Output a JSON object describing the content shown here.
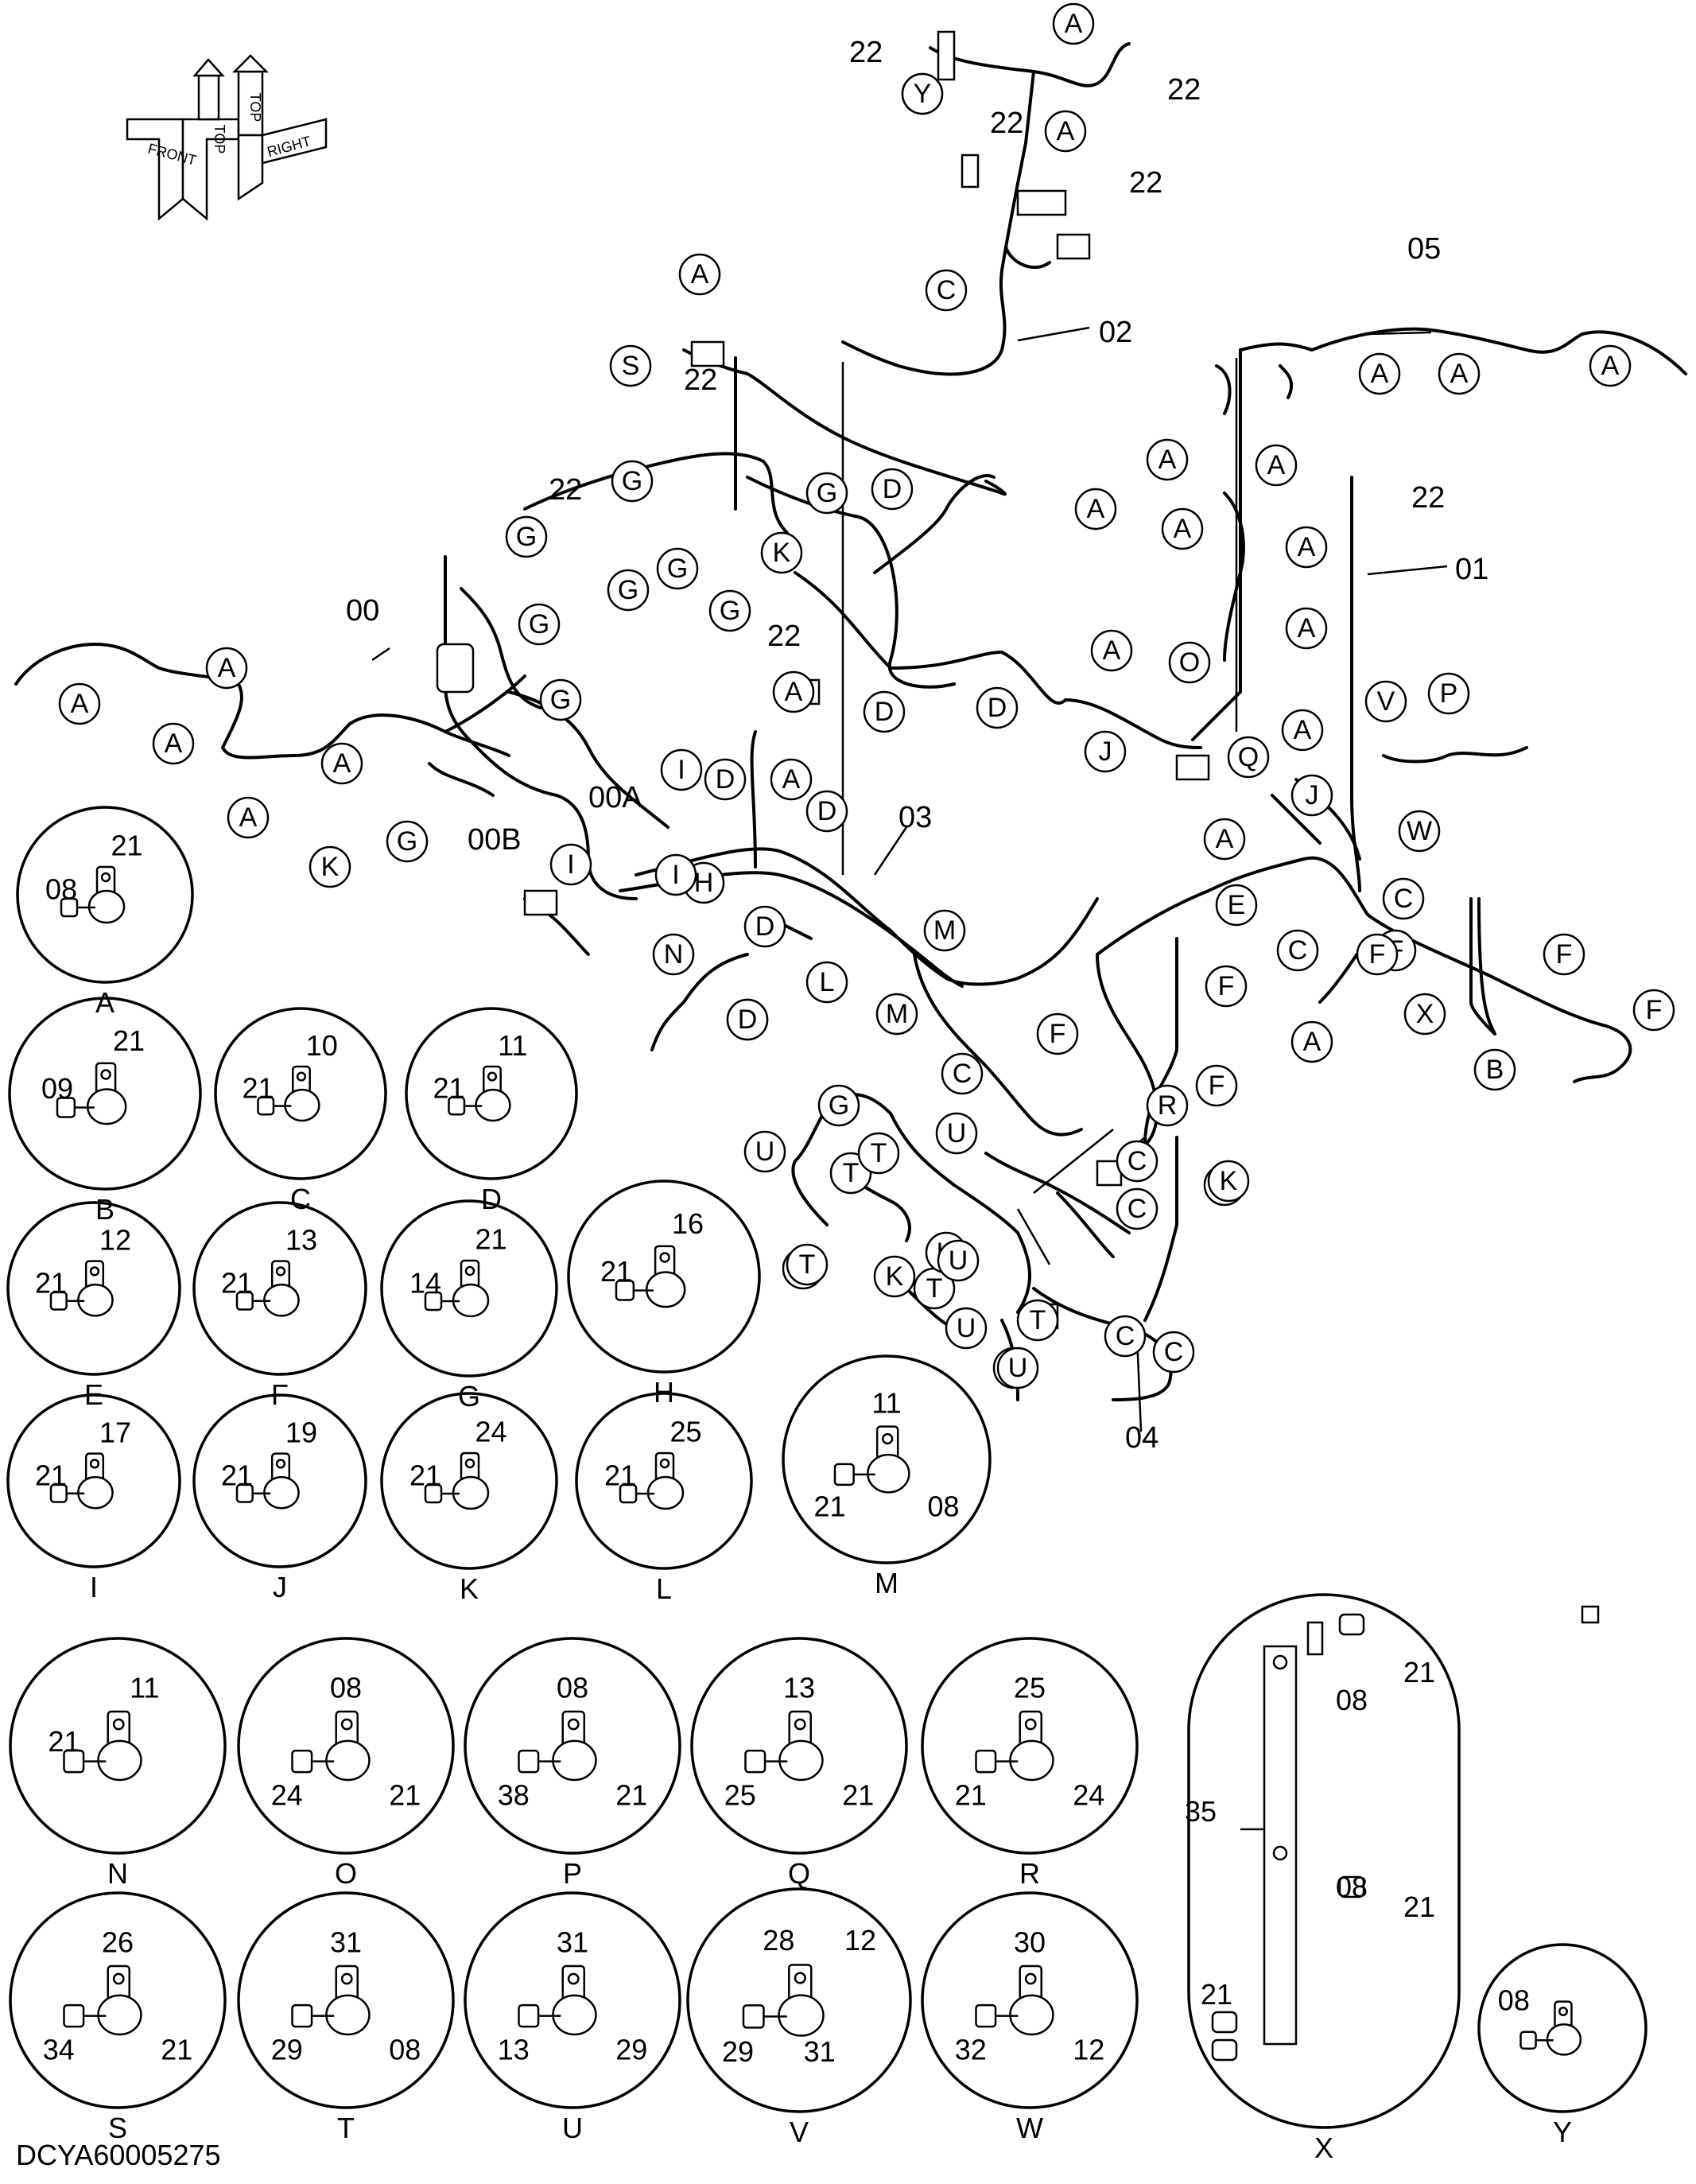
{
  "orientation": {
    "labels": [
      "FRONT",
      "TOP",
      "TOP",
      "RIGHT"
    ]
  },
  "harness_labels": [
    "00",
    "00A",
    "00B",
    "01",
    "02",
    "03",
    "04",
    "05",
    "22",
    "22",
    "22",
    "22",
    "22",
    "22",
    "22",
    "22"
  ],
  "clamp_callouts": [
    "A",
    "A",
    "A",
    "A",
    "A",
    "A",
    "A",
    "A",
    "A",
    "A",
    "A",
    "A",
    "A",
    "A",
    "A",
    "A",
    "A",
    "A",
    "A",
    "A",
    "A",
    "A",
    "A",
    "A",
    "A",
    "B",
    "C",
    "C",
    "C",
    "C",
    "C",
    "C",
    "C",
    "C",
    "C",
    "D",
    "D",
    "D",
    "D",
    "D",
    "D",
    "D",
    "E",
    "F",
    "F",
    "F",
    "F",
    "F",
    "F",
    "F",
    "G",
    "G",
    "G",
    "G",
    "G",
    "G",
    "G",
    "G",
    "G",
    "G",
    "H",
    "I",
    "I",
    "I",
    "J",
    "J",
    "K",
    "K",
    "K",
    "K",
    "L",
    "M",
    "M",
    "N",
    "N",
    "O",
    "P",
    "Q",
    "R",
    "S",
    "T",
    "T",
    "T",
    "T",
    "T",
    "T",
    "U",
    "U",
    "U",
    "U",
    "U",
    "U",
    "V",
    "W",
    "X",
    "Y"
  ],
  "details": [
    {
      "letter": "A",
      "parts": [
        "08",
        "21"
      ]
    },
    {
      "letter": "B",
      "parts": [
        "09",
        "21"
      ]
    },
    {
      "letter": "C",
      "parts": [
        "21",
        "10"
      ]
    },
    {
      "letter": "D",
      "parts": [
        "21",
        "11"
      ]
    },
    {
      "letter": "E",
      "parts": [
        "21",
        "12"
      ]
    },
    {
      "letter": "F",
      "parts": [
        "21",
        "13"
      ]
    },
    {
      "letter": "G",
      "parts": [
        "14",
        "21"
      ]
    },
    {
      "letter": "H",
      "parts": [
        "21",
        "16"
      ]
    },
    {
      "letter": "I",
      "parts": [
        "21",
        "17"
      ]
    },
    {
      "letter": "J",
      "parts": [
        "21",
        "19"
      ]
    },
    {
      "letter": "K",
      "parts": [
        "21",
        "24"
      ]
    },
    {
      "letter": "L",
      "parts": [
        "21",
        "25"
      ]
    },
    {
      "letter": "M",
      "parts": [
        "21",
        "11",
        "08"
      ]
    },
    {
      "letter": "N",
      "parts": [
        "21",
        "11"
      ]
    },
    {
      "letter": "O",
      "parts": [
        "24",
        "08",
        "21"
      ]
    },
    {
      "letter": "P",
      "parts": [
        "38",
        "08",
        "21"
      ]
    },
    {
      "letter": "Q",
      "parts": [
        "25",
        "13",
        "21"
      ]
    },
    {
      "letter": "R",
      "parts": [
        "21",
        "25",
        "24"
      ]
    },
    {
      "letter": "S",
      "parts": [
        "34",
        "26",
        "21"
      ]
    },
    {
      "letter": "T",
      "parts": [
        "29",
        "31",
        "08"
      ]
    },
    {
      "letter": "U",
      "parts": [
        "13",
        "31",
        "29"
      ]
    },
    {
      "letter": "V",
      "parts": [
        "29",
        "28",
        "31",
        "12"
      ]
    },
    {
      "letter": "W",
      "parts": [
        "32",
        "30",
        "12"
      ]
    },
    {
      "letter": "X",
      "parts": [
        "21",
        "08",
        "35",
        "08",
        "21",
        "21"
      ]
    },
    {
      "letter": "Y",
      "parts": [
        "08"
      ]
    }
  ],
  "drawing_code": "DCYA60005275"
}
